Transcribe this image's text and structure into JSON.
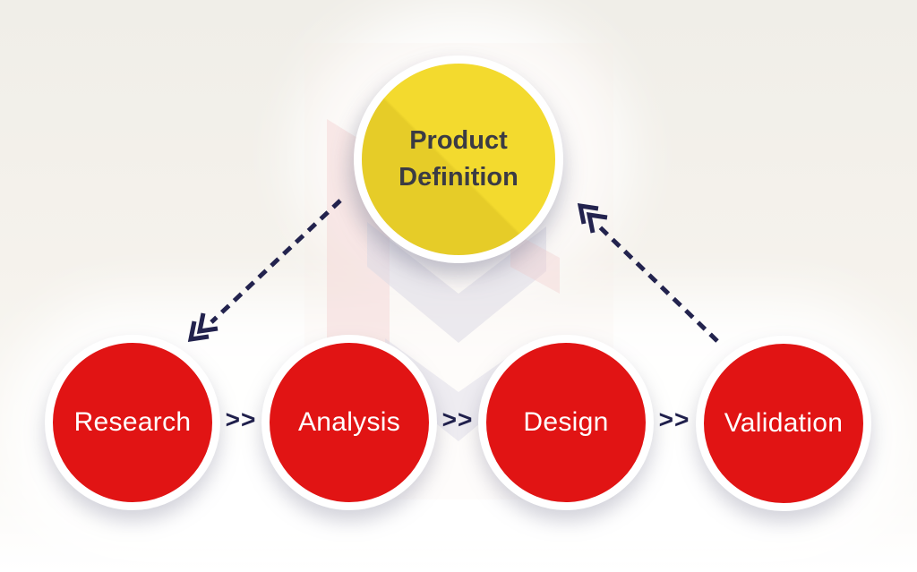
{
  "diagram": {
    "top_node": {
      "label": "Product Definition"
    },
    "process_nodes": [
      {
        "label": "Research"
      },
      {
        "label": "Analysis"
      },
      {
        "label": "Design"
      },
      {
        "label": "Validation"
      }
    ],
    "separator_glyph": ">>",
    "arrows": [
      {
        "from": "Product Definition",
        "to": "Research",
        "style": "dashed"
      },
      {
        "from": "Validation",
        "to": "Product Definition",
        "style": "dashed"
      }
    ],
    "colors": {
      "top_node_fill": "#f3da2e",
      "process_node_fill": "#e11414",
      "arrow_navy": "#23234e",
      "top_node_text": "#3b3b44",
      "process_node_text": "#ffffff",
      "background": "#f4f1ea",
      "node_ring": "#ffffff"
    }
  }
}
